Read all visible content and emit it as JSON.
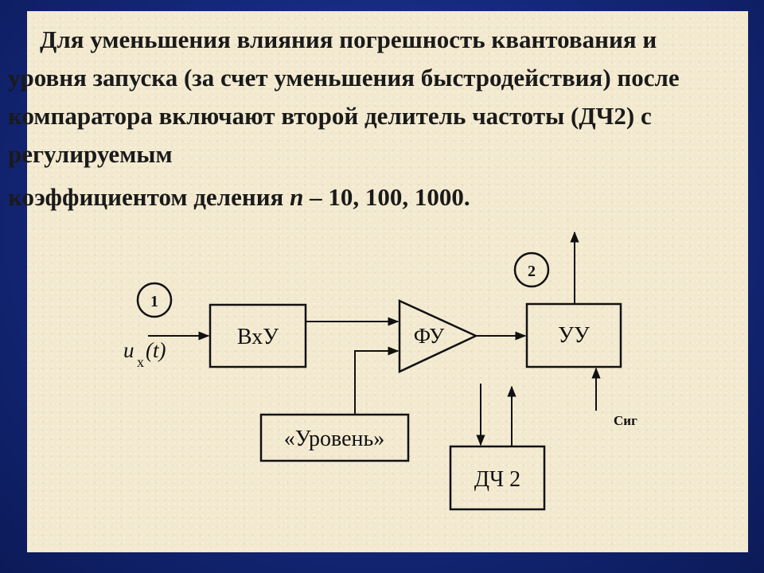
{
  "paragraph": {
    "part1": "Для уменьшения влияния погрешность квантования и уровня запуска (за счет уменьшения быстродействия) после компаратора включают второй делитель частоты (ДЧ2)  с регулируемым",
    "part2_before": "коэффициентом деления ",
    "n": "n",
    "part2_after": " – 10, 100, 1000."
  },
  "diagram": {
    "marker1": "1",
    "marker2": "2",
    "input_label_main": "u",
    "input_label_sub": "x",
    "input_label_arg": "(t)",
    "block_vxu": "ВхУ",
    "block_fu": "ФУ",
    "block_uu": "УУ",
    "block_level": "«Уровень»",
    "block_dch2": "ДЧ 2",
    "signal_label": "Сиг"
  },
  "colors": {
    "background": "#14287a",
    "slide": "#f2e9cf",
    "ink": "#111111"
  }
}
